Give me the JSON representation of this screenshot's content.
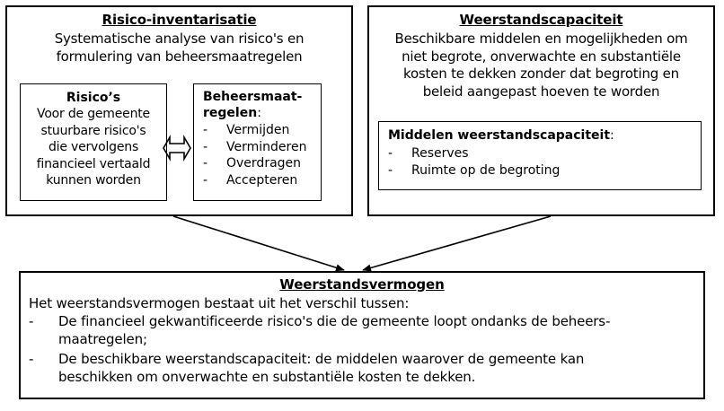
{
  "diagram": {
    "title_semantic": "weerstandsvermogen-schema",
    "colors": {
      "stroke": "#000000",
      "background": "#ffffff",
      "text": "#000000"
    },
    "risico_inventarisatie": {
      "heading": "Risico-inventarisatie",
      "description_line1": "Systematische analyse van risico's en",
      "description_line2": "formulering van beheersmaatregelen",
      "risicos_box": {
        "heading": "Risico’s",
        "line1": "Voor de gemeente",
        "line2": "stuurbare risico's",
        "line3": "die vervolgens",
        "line4": "financieel vertaald",
        "line5": "kunnen worden"
      },
      "beheersmaatregelen_box": {
        "heading_line1": "Beheersmaat-",
        "heading_line2": "regelen",
        "heading_colon": ":",
        "bullet_marker": "-",
        "items": [
          "Vermijden",
          "Verminderen",
          "Overdragen",
          "Accepteren"
        ]
      }
    },
    "weerstandscapaciteit": {
      "heading": "Weerstandscapaciteit",
      "description_line1": "Beschikbare middelen en mogelijkheden om",
      "description_line2": "niet begrote, onverwachte en substantiële",
      "description_line3": "kosten te dekken zonder dat begroting en",
      "description_line4": "beleid aangepast hoeven te worden",
      "middelen_box": {
        "heading": "Middelen weerstandscapaciteit",
        "heading_colon": ":",
        "bullet_marker": "-",
        "items": [
          "Reserves",
          "Ruimte op de begroting"
        ]
      }
    },
    "weerstandsvermogen": {
      "heading": "Weerstandsvermogen",
      "intro": "Het weerstandsvermogen bestaat uit het verschil tussen:",
      "bullet_marker": "-",
      "bullets": [
        {
          "line1": "De financieel gekwantificeerde risico's die de gemeente loopt ondanks de beheers-",
          "line2": "maatregelen;"
        },
        {
          "line1": "De beschikbare weerstandscapaciteit: de middelen waarover de gemeente kan",
          "line2": "beschikken om onverwachte en substantiële kosten te dekken."
        }
      ]
    },
    "connectors": {
      "double_arrow_label": "relatie risico's en beheersmaatregelen",
      "arrow_left_label": "risico-inventarisatie naar weerstandsvermogen",
      "arrow_right_label": "weerstandscapaciteit naar weerstandsvermogen"
    }
  }
}
